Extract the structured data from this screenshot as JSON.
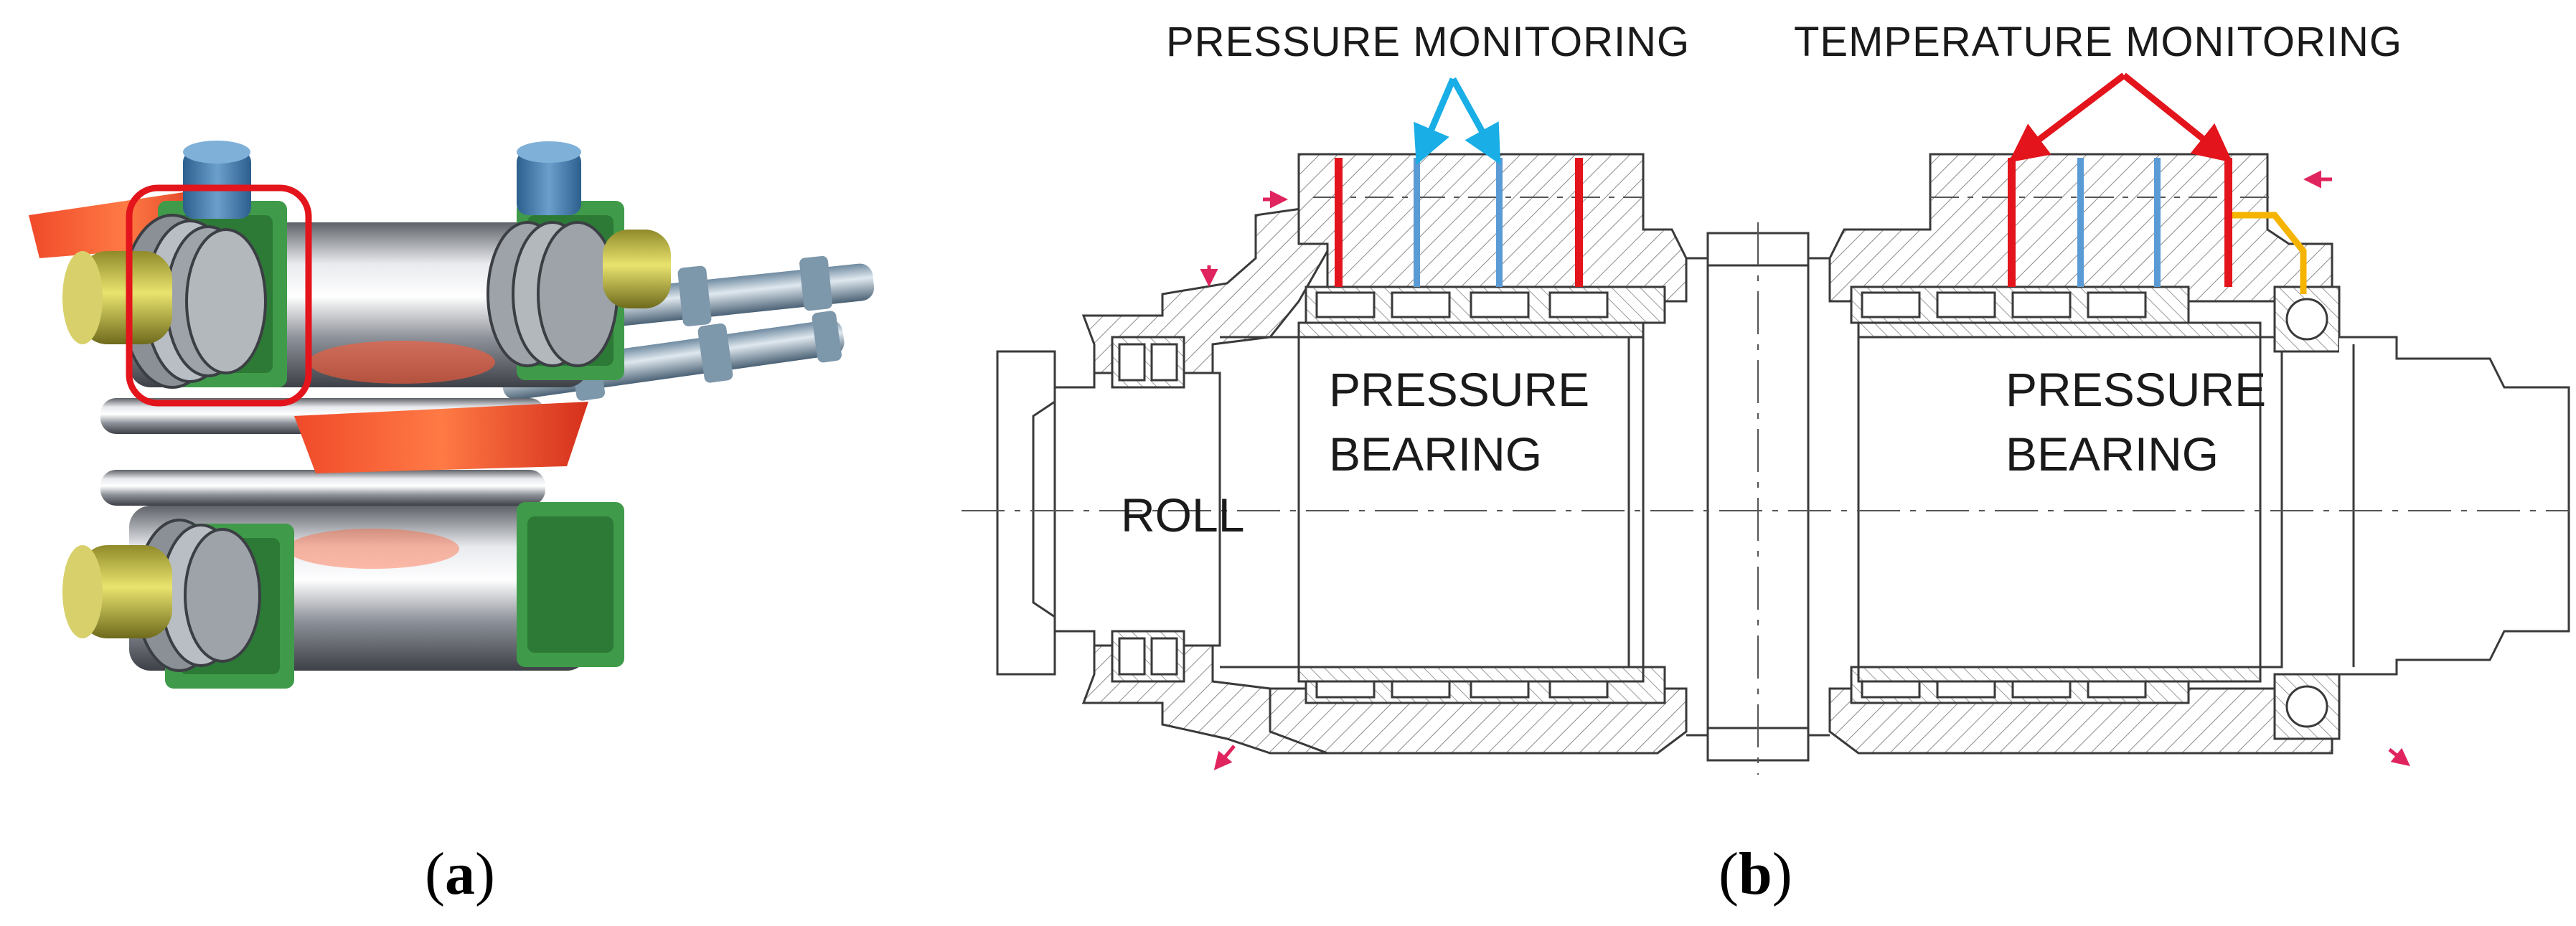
{
  "panel_a": {
    "caption_open": "(",
    "caption_letter": "a",
    "caption_close": ")",
    "icon": "rolling-mill-roll-stand-illustration"
  },
  "panel_b": {
    "caption_open": "(",
    "caption_letter": "b",
    "caption_close": ")",
    "labels": {
      "pressure_monitoring": "PRESSURE MONITORING",
      "temperature_monitoring": "TEMPERATURE MONITORING",
      "left_bearing_line1": "PRESSURE",
      "left_bearing_line2": "BEARING",
      "right_bearing_line1": "PRESSURE",
      "right_bearing_line2": "BEARING",
      "roll": "ROLL"
    },
    "colors": {
      "pressure_sensor": "#5b9bd5",
      "temperature_sensor": "#e3141b",
      "pressure_arrow": "#19aee6",
      "temperature_arrow": "#e3141b",
      "yellow_line": "#f5b400",
      "lubrication_marker": "#e0245e"
    }
  }
}
